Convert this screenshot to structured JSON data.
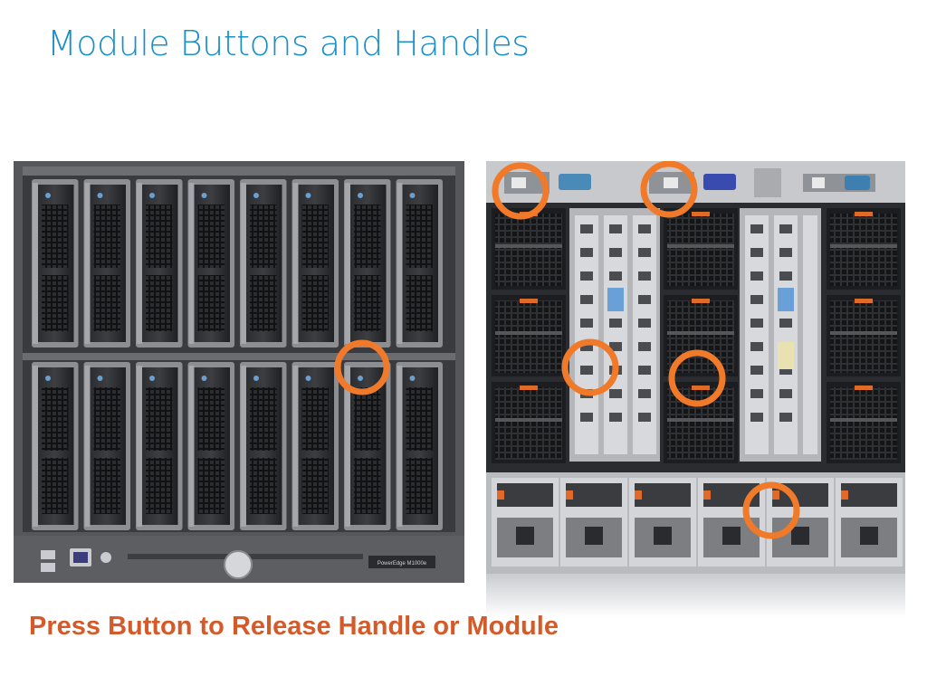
{
  "slide": {
    "title": "Module Buttons and Handles",
    "caption": "Press Button to Release Handle or Module"
  },
  "colors": {
    "title": "#1a8fc9",
    "caption": "#d55a2a",
    "highlight": "#f07a2a"
  },
  "front_chassis": {
    "blade_rows": 2,
    "blades_per_row": 8,
    "label_plate": "PowerEdge M1000e"
  },
  "rear_chassis": {
    "fan_rows": 3,
    "psu_count": 6
  }
}
